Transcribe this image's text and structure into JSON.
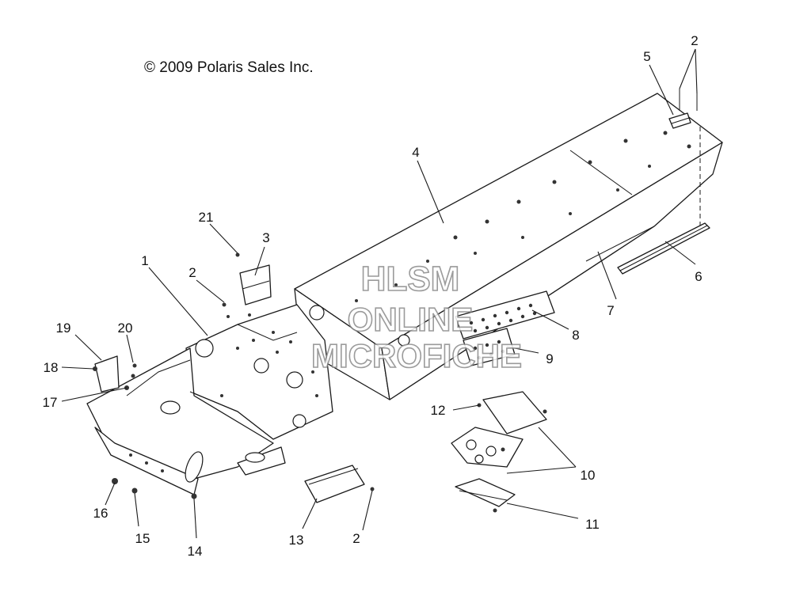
{
  "copyright": "© 2009 Polaris Sales Inc.",
  "watermark": [
    "HLSM",
    "ONLINE",
    "MICROFICHE"
  ],
  "callouts": [
    "1",
    "2",
    "2",
    "2",
    "3",
    "4",
    "5",
    "6",
    "7",
    "8",
    "9",
    "10",
    "11",
    "12",
    "13",
    "14",
    "15",
    "16",
    "17",
    "18",
    "19",
    "20",
    "21"
  ]
}
